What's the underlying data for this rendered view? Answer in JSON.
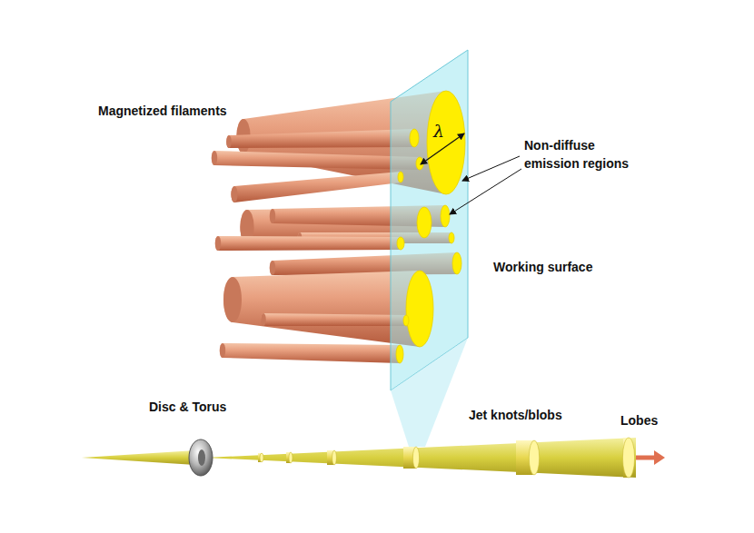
{
  "diagram": {
    "labels": [
      "Magnetized filaments",
      "λ",
      "Non-diffuse emission regions",
      "Working surface",
      "Disc & Torus",
      "Jet knots/blobs",
      "Lobes"
    ]
  }
}
